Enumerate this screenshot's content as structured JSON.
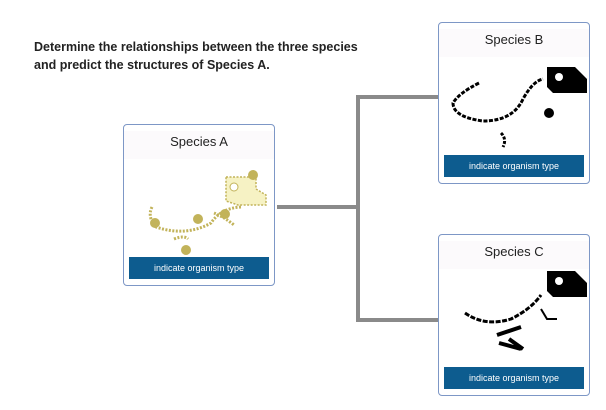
{
  "prompt": "Determine the relationships between the three species and predict the structures of Species A.",
  "species": [
    {
      "title": "Species A",
      "button": "indicate organism type"
    },
    {
      "title": "Species B",
      "button": "indicate organism type"
    },
    {
      "title": "Species C",
      "button": "indicate organism type"
    }
  ],
  "colors": {
    "button": "#0d5c8f",
    "border": "#7d97c6",
    "unknown": "#c2b35a",
    "connector": "#8a8a8a"
  }
}
